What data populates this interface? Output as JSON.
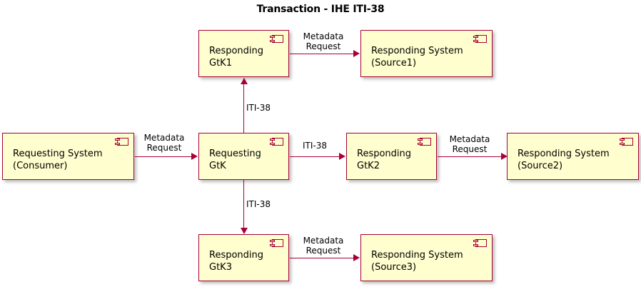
{
  "diagram": {
    "title": "Transaction - IHE ITI-38",
    "type": "uml-component-diagram",
    "colors": {
      "node_fill": "#FEFECE",
      "node_border": "#A80036",
      "arrow": "#A80036",
      "text": "#000000",
      "background": "#FFFFFF",
      "shadow": "#808080"
    },
    "nodes": [
      {
        "id": "requesting-system-consumer",
        "label": "Requesting System\n(Consumer)",
        "icon": "uml-component-icon"
      },
      {
        "id": "requesting-gtk",
        "label": "Requesting\nGtK",
        "icon": "uml-component-icon"
      },
      {
        "id": "responding-gtk1",
        "label": "Responding\nGtK1",
        "icon": "uml-component-icon"
      },
      {
        "id": "responding-gtk2",
        "label": "Responding\nGtK2",
        "icon": "uml-component-icon"
      },
      {
        "id": "responding-gtk3",
        "label": "Responding\nGtK3",
        "icon": "uml-component-icon"
      },
      {
        "id": "responding-system-source1",
        "label": "Responding System\n(Source1)",
        "icon": "uml-component-icon"
      },
      {
        "id": "responding-system-source2",
        "label": "Responding System\n(Source2)",
        "icon": "uml-component-icon"
      },
      {
        "id": "responding-system-source3",
        "label": "Responding System\n(Source3)",
        "icon": "uml-component-icon"
      }
    ],
    "edges": [
      {
        "id": "consumer-to-requesting-gtk",
        "from": "requesting-system-consumer",
        "to": "requesting-gtk",
        "label": "Metadata\nRequest",
        "direction": "right"
      },
      {
        "id": "requesting-gtk-to-gtk1",
        "from": "requesting-gtk",
        "to": "responding-gtk1",
        "label": "ITI-38",
        "direction": "up"
      },
      {
        "id": "requesting-gtk-to-gtk2",
        "from": "requesting-gtk",
        "to": "responding-gtk2",
        "label": "ITI-38",
        "direction": "right"
      },
      {
        "id": "requesting-gtk-to-gtk3",
        "from": "requesting-gtk",
        "to": "responding-gtk3",
        "label": "ITI-38",
        "direction": "down"
      },
      {
        "id": "gtk1-to-source1",
        "from": "responding-gtk1",
        "to": "responding-system-source1",
        "label": "Metadata\nRequest",
        "direction": "right"
      },
      {
        "id": "gtk2-to-source2",
        "from": "responding-gtk2",
        "to": "responding-system-source2",
        "label": "Metadata\nRequest",
        "direction": "right"
      },
      {
        "id": "gtk3-to-source3",
        "from": "responding-gtk3",
        "to": "responding-system-source3",
        "label": "Metadata\nRequest",
        "direction": "right"
      }
    ]
  }
}
